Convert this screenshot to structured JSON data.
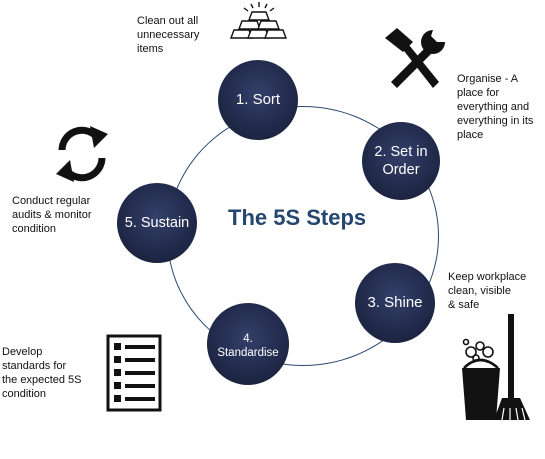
{
  "title": "The 5S Steps",
  "steps": [
    {
      "label_lines": [
        "1. Sort"
      ],
      "note_lines": [
        "Clean out all",
        "unnecessary",
        "items"
      ],
      "icon": "gold-bars-icon"
    },
    {
      "label_lines": [
        "2. Set in",
        "Order"
      ],
      "note_lines": [
        "Organise - A",
        "place for",
        "everything and",
        "everything in its",
        "place"
      ],
      "icon": "tools-icon"
    },
    {
      "label_lines": [
        "3. Shine"
      ],
      "note_lines": [
        "Keep workplace",
        "clean, visible",
        "& safe"
      ],
      "icon": "cleaning-bucket-broom-icon"
    },
    {
      "label_lines": [
        "4.",
        "Standardise"
      ],
      "note_lines": [
        "Develop",
        "standards for",
        "the expected 5S",
        "condition"
      ],
      "icon": "checklist-icon"
    },
    {
      "label_lines": [
        "5. Sustain"
      ],
      "note_lines": [
        "Conduct regular",
        "audits & monitor",
        "condition"
      ],
      "icon": "cycle-arrows-icon"
    }
  ],
  "colors": {
    "circle_fill": "#222b4c",
    "title": "#25466f",
    "ring": "#2c4a6e"
  }
}
